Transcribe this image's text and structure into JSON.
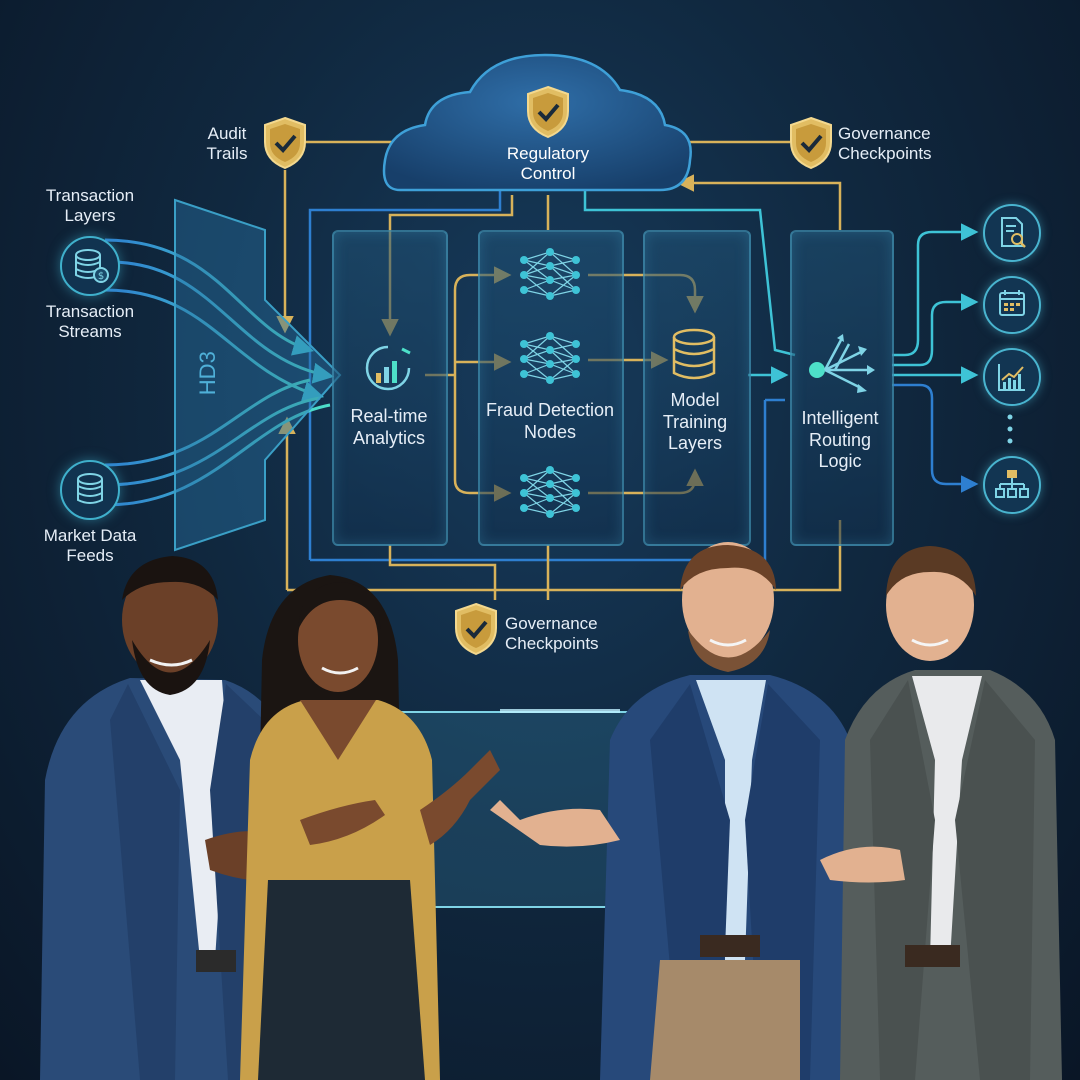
{
  "labels": {
    "audit_trails": [
      "Audit",
      "Trails"
    ],
    "regulatory_control": [
      "Regulatory",
      "Control"
    ],
    "governance_top": [
      "Governance",
      "Checkpoints"
    ],
    "transaction_layers": [
      "Transaction",
      "Layers"
    ],
    "transaction_streams": [
      "Transaction",
      "Streams"
    ],
    "market_data_feeds": [
      "Market Data",
      "Feeds"
    ],
    "realtime_analytics": [
      "Real-time",
      "Analytics"
    ],
    "fraud_detection": [
      "Fraud Detection",
      "Nodes"
    ],
    "model_training": [
      "Model",
      "Training",
      "Layers"
    ],
    "intelligent_routing": [
      "Intelligent",
      "Routing",
      "Logic"
    ],
    "governance_bottom": [
      "Governance",
      "Checkpoints"
    ],
    "ingest_panel_text": "HD3"
  },
  "icons": {
    "output": [
      "document-search-icon",
      "calendar-icon",
      "line-chart-icon",
      "hierarchy-icon"
    ],
    "ellipsis": "vertical-ellipsis-icon"
  },
  "colors": {
    "gold": "#d8b25a",
    "teal": "#3ec3d6",
    "blue": "#2e7fd0",
    "panel_border": "#4ca8c8"
  }
}
